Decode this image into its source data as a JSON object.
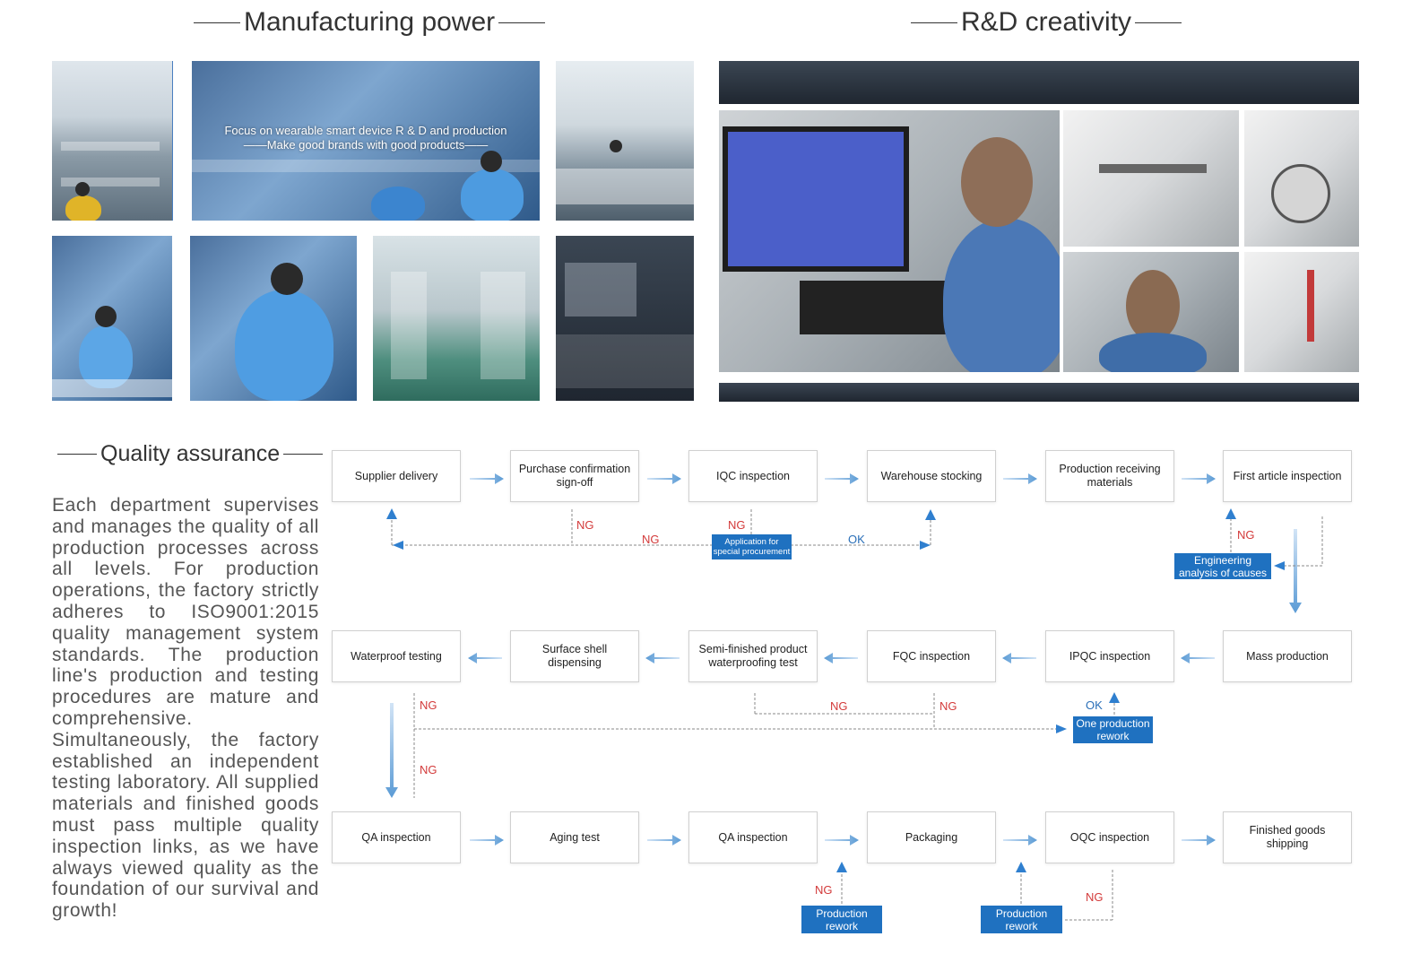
{
  "sections": {
    "manufacturing": "Manufacturing power",
    "rnd": "R&D creativity",
    "quality": "Quality assurance"
  },
  "banner": {
    "line1": "Focus on wearable smart device R & D and production",
    "line2": "——Make good brands with good products——"
  },
  "quality_text": "Each department supervises and manages the quality of all production processes across all levels. For production operations, the factory strictly adheres to ISO9001:2015 quality management system standards. The production line's production and testing procedures are mature and comprehensive. Simultaneously, the factory established an independent testing laboratory. All supplied materials and finished goods must pass multiple quality inspection links, as we have always viewed quality as the foundation of our survival and growth!",
  "flow": {
    "row1": [
      "Supplier delivery",
      "Purchase confirmation sign-off",
      "IQC inspection",
      "Warehouse stocking",
      "Production receiving materials",
      "First article inspection"
    ],
    "row2": [
      "Waterproof testing",
      "Surface shell dispensing",
      "Semi-finished product waterproofing test",
      "FQC inspection",
      "IPQC inspection",
      "Mass production"
    ],
    "row3": [
      "QA inspection",
      "Aging test",
      "QA inspection",
      "Packaging",
      "OQC inspection",
      "Finished goods shipping"
    ],
    "special_procurement": "Application for special procurement",
    "engineering_analysis": "Engineering analysis of causes",
    "one_production_rework": "One production rework",
    "production_rework": "Production rework",
    "ng": "NG",
    "ok": "OK"
  },
  "colors": {
    "accent_blue": "#1f71c0",
    "ng_red": "#d33a3a",
    "ok_blue": "#2a6fb8",
    "arrow_blue": "#5b9bd5"
  }
}
